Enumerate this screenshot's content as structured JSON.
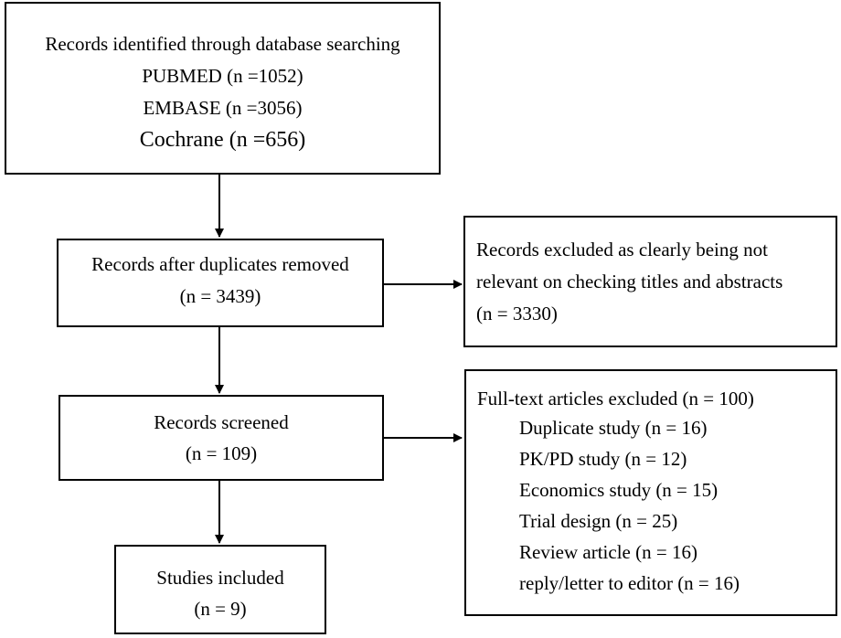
{
  "identification": {
    "title": "Records identified through database searching",
    "pubmed": "PUBMED (n =1052)",
    "embase": "EMBASE (n =3056)",
    "cochrane": "Cochrane (n =656)"
  },
  "duplicates_removed": {
    "title": "Records after duplicates removed",
    "count": "(n = 3439)"
  },
  "excluded_titles": {
    "line1": "Records excluded as clearly being not",
    "line2": "relevant on checking titles and abstracts",
    "count": "(n = 3330)"
  },
  "screened": {
    "title": "Records screened",
    "count": "(n = 109)"
  },
  "fulltext_excluded": {
    "title": "Full-text articles excluded (n = 100)",
    "reasons": [
      "Duplicate study (n = 16)",
      "PK/PD study (n = 12)",
      "Economics study (n = 15)",
      "Trial design (n = 25)",
      "Review article (n = 16)",
      "reply/letter to editor (n = 16)"
    ]
  },
  "included": {
    "title": "Studies included",
    "count": "(n = 9)"
  }
}
